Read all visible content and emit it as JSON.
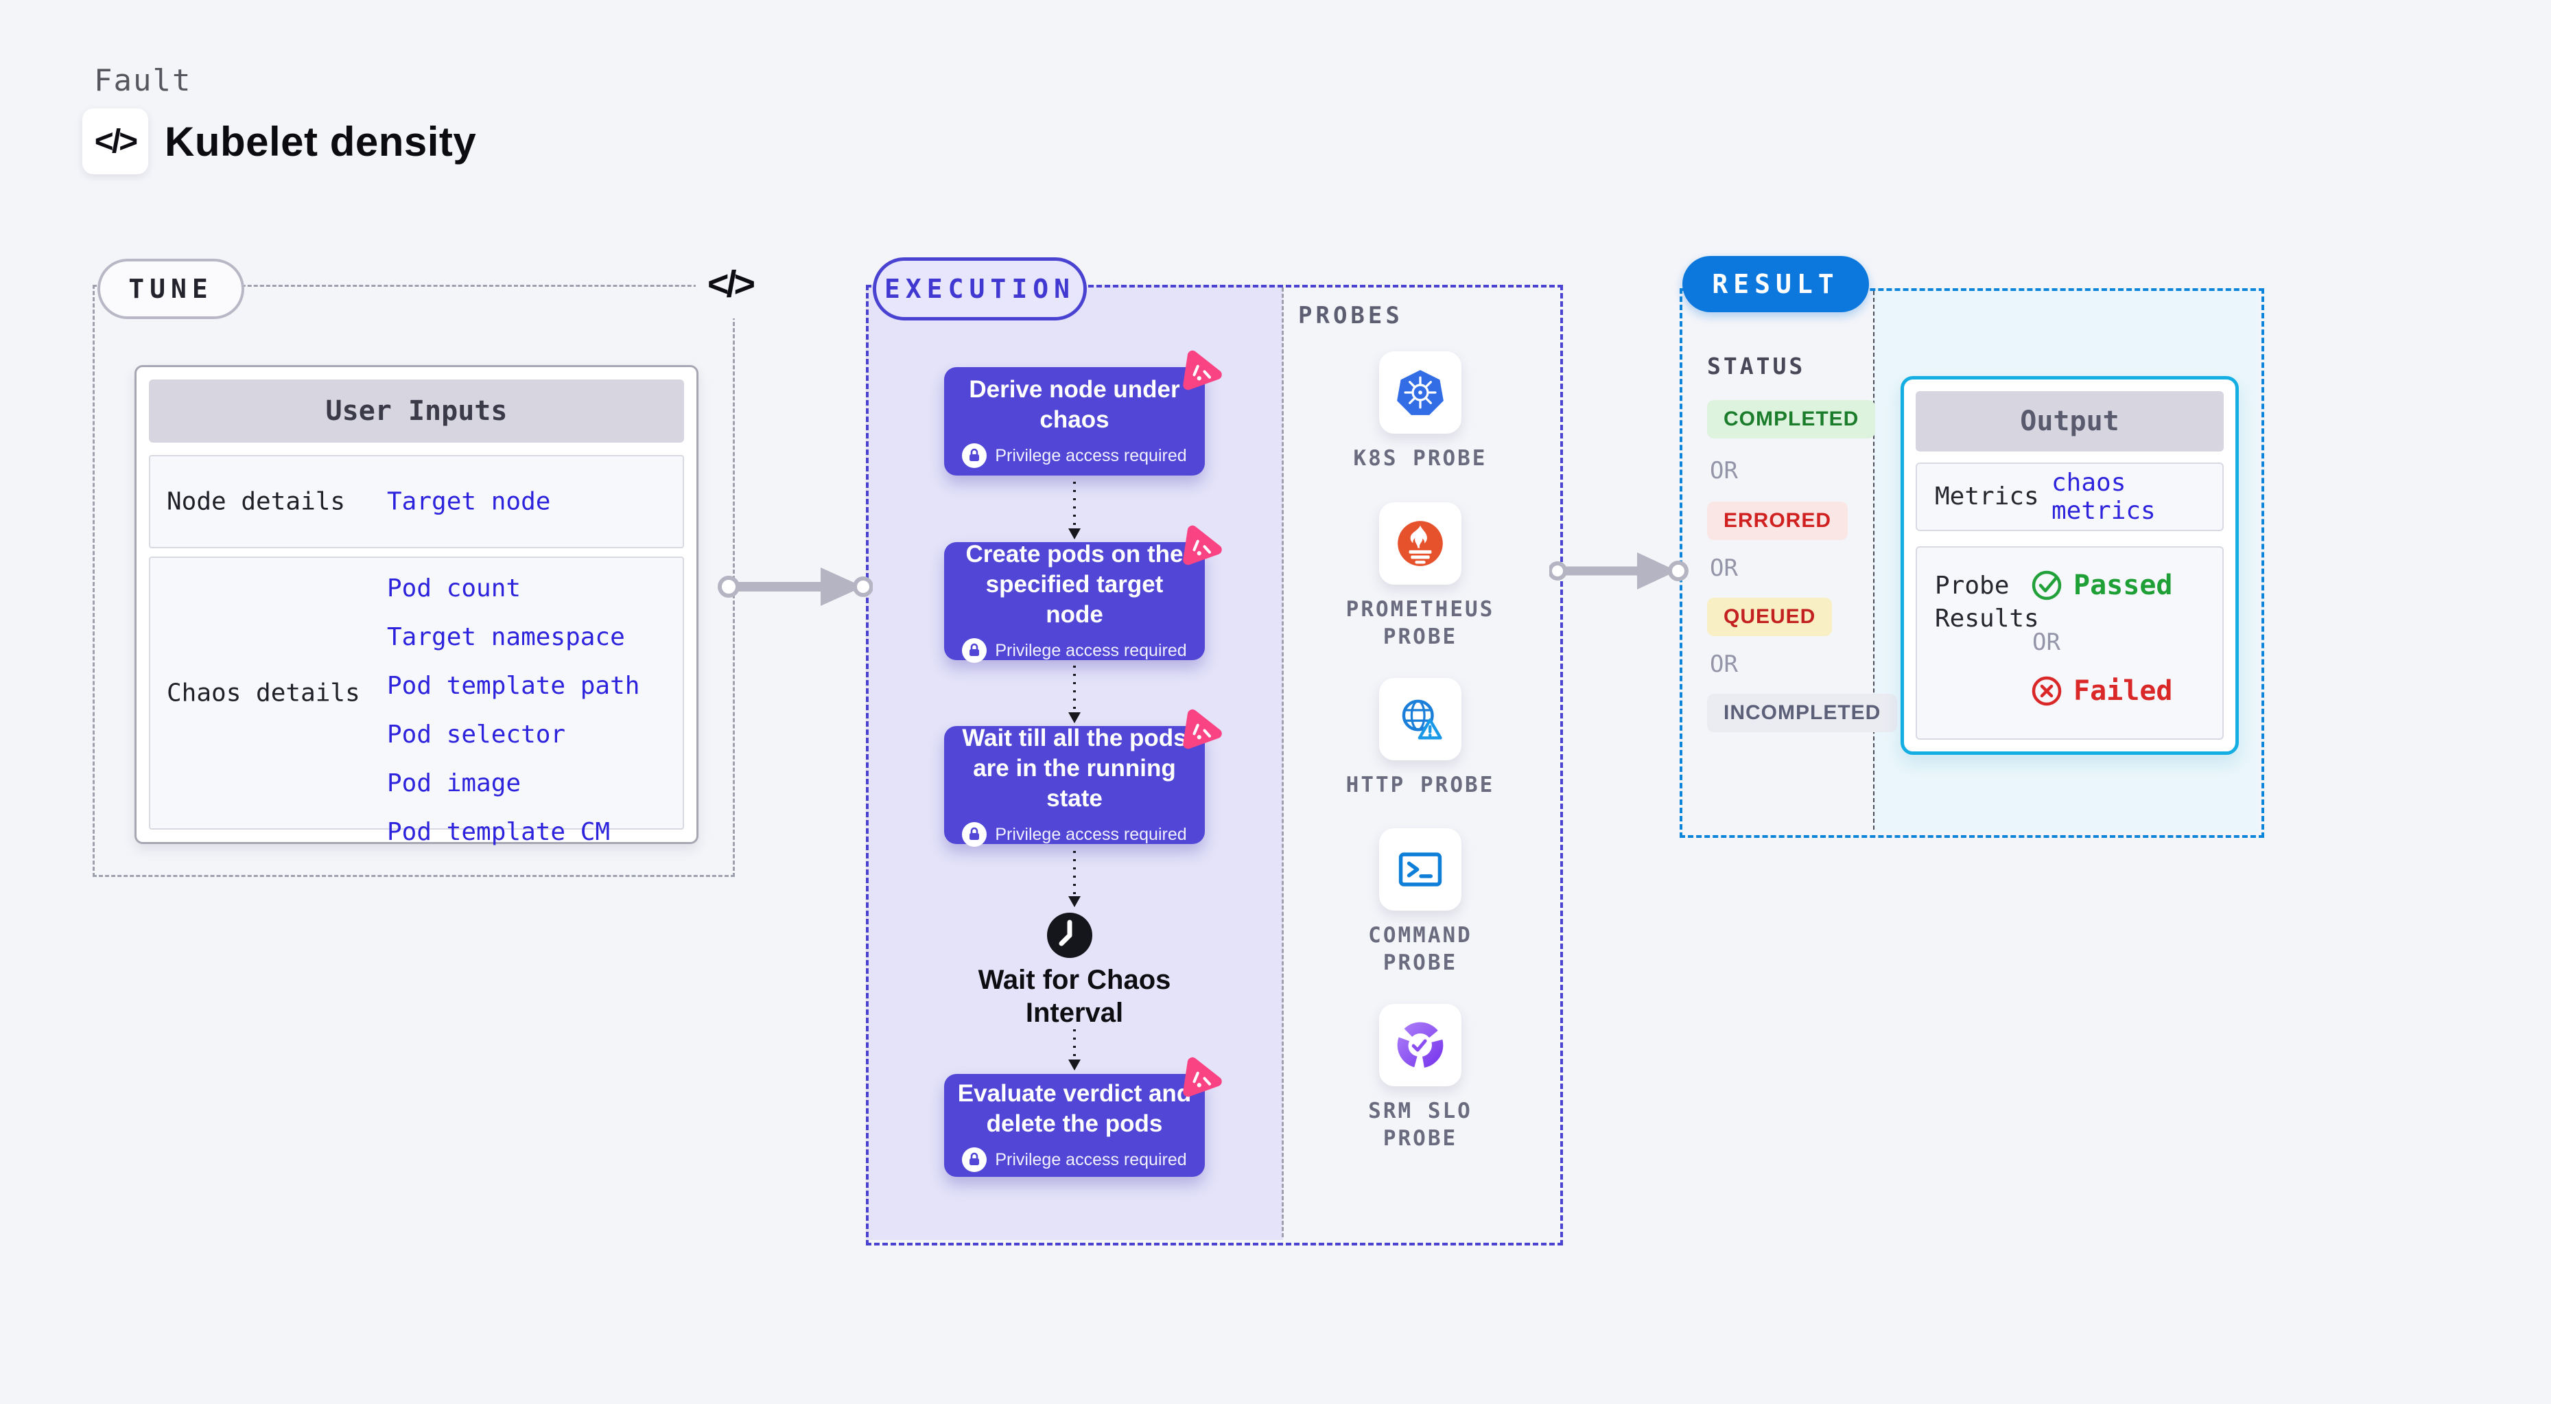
{
  "header": {
    "kicker": "Fault",
    "title": "Kubelet density",
    "code_glyph": "</>"
  },
  "tune": {
    "badge": "TUNE",
    "corner_glyph": "</>",
    "user_inputs": {
      "header": "User Inputs",
      "rows": [
        {
          "label": "Node details",
          "values": [
            "Target node"
          ]
        },
        {
          "label": "Chaos details",
          "values": [
            "Pod count",
            "Target namespace",
            "Pod template path",
            "Pod selector",
            "Pod image",
            "Pod template CM"
          ]
        }
      ]
    }
  },
  "execution": {
    "badge": "EXECUTION",
    "privilege_note": "Privilege access required",
    "steps": [
      {
        "title": "Derive node under chaos"
      },
      {
        "title": "Create pods on the specified target node"
      },
      {
        "title": "Wait till all the pods are in the running state"
      },
      {
        "title": "Evaluate verdict and delete the pods"
      }
    ],
    "wait_label": "Wait for Chaos Interval"
  },
  "probes": {
    "heading": "PROBES",
    "items": [
      {
        "label": "K8S PROBE",
        "icon": "kubernetes-icon"
      },
      {
        "label": "PROMETHEUS PROBE",
        "icon": "prometheus-icon"
      },
      {
        "label": "HTTP PROBE",
        "icon": "http-probe-icon"
      },
      {
        "label": "COMMAND PROBE",
        "icon": "command-probe-icon"
      },
      {
        "label": "SRM SLO PROBE",
        "icon": "srm-slo-probe-icon"
      }
    ]
  },
  "result": {
    "badge": "RESULT",
    "status_heading": "STATUS",
    "or_label": "OR",
    "statuses": [
      "COMPLETED",
      "ERRORED",
      "QUEUED",
      "INCOMPLETED"
    ],
    "output": {
      "header": "Output",
      "metrics_label": "Metrics",
      "metrics_value": "chaos metrics",
      "probe_results_label": "Probe Results",
      "passed_label": "Passed",
      "failed_label": "Failed"
    }
  },
  "palette": {
    "page_bg": "#f4f5f9",
    "accent_indigo": "#4a43d1",
    "step_card": "#5146d5",
    "lavender_panel": "#e4e3f9",
    "link_blue": "#2d23dd",
    "result_blue": "#0c78de",
    "cyan_border": "#14aee3",
    "cyan_panel": "#eaf6fb",
    "passed_green": "#1fa037",
    "failed_red": "#da2727",
    "litmus_pink": "#fa4383",
    "arrow_gray": "#b4b4c3"
  }
}
